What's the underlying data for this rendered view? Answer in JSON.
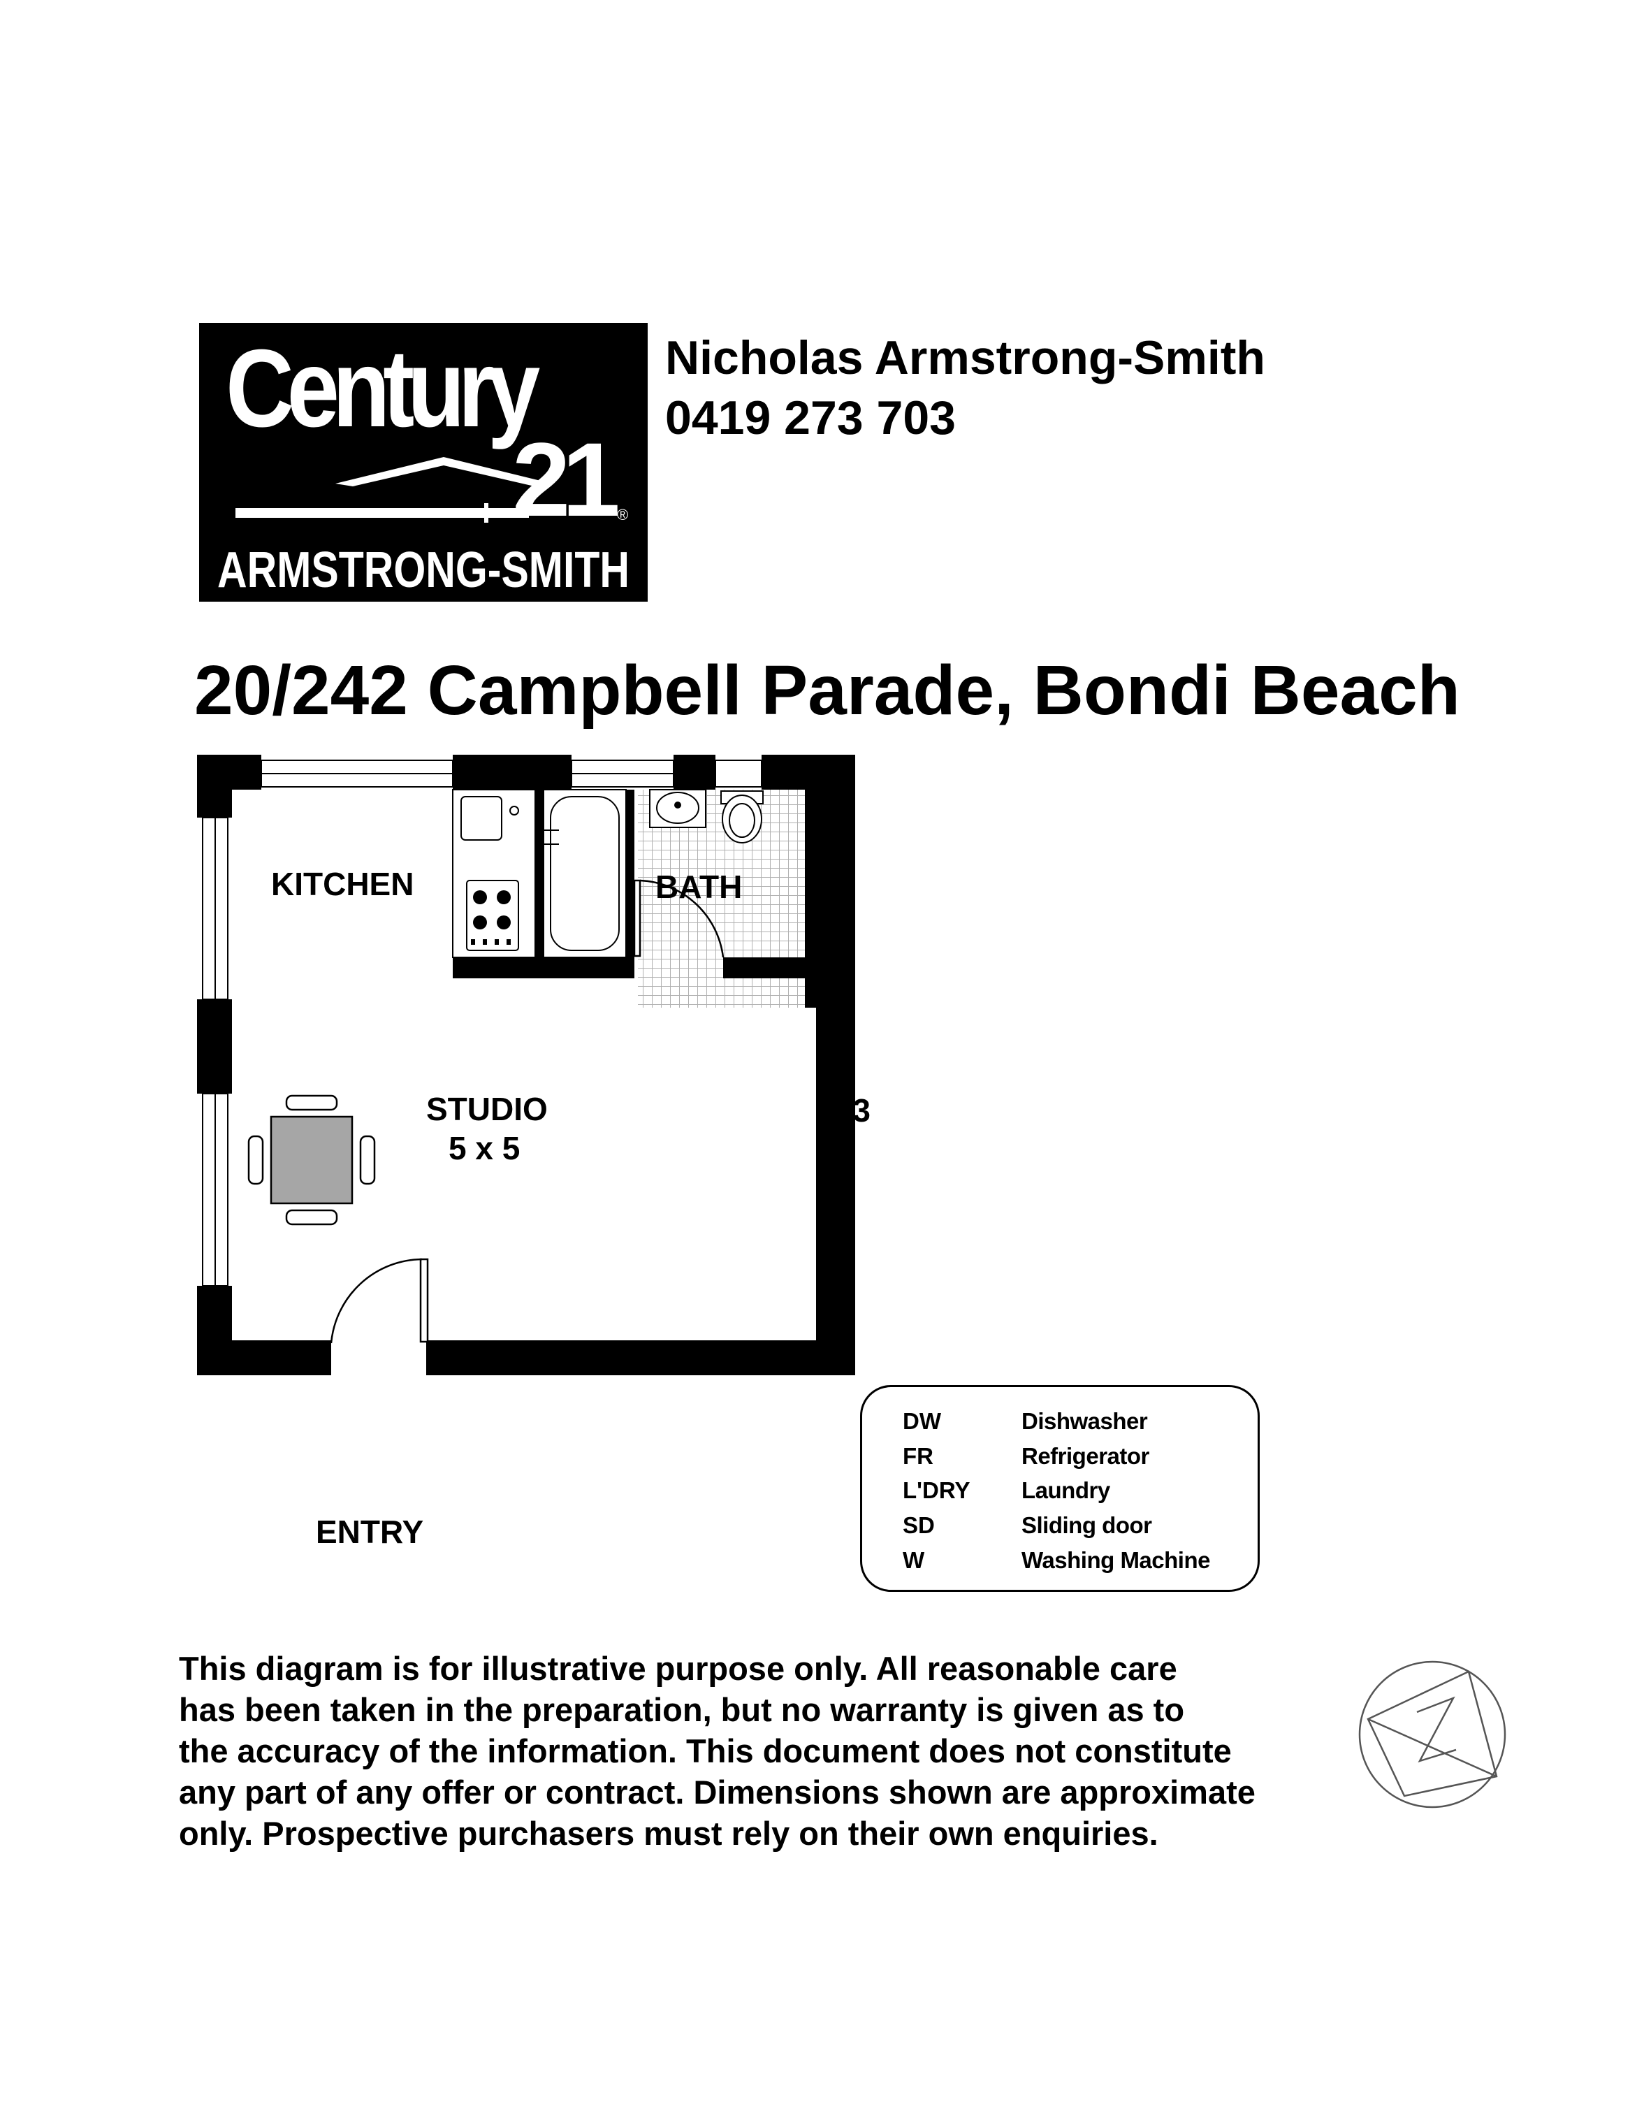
{
  "logo": {
    "brand_word": "Century",
    "brand_number": "21",
    "office": "ARMSTRONG-SMITH",
    "registered_mark": "®"
  },
  "agent": {
    "name": "Nicholas Armstrong-Smith",
    "phone": "0419 273 703"
  },
  "address": "20/242 Campbell Parade, Bondi Beach",
  "plan": {
    "rooms": {
      "kitchen": "KITCHEN",
      "bath": "BATH",
      "studio": "STUDIO",
      "studio_size": "5 x 5"
    },
    "dimension_label": "3.3",
    "entry_label": "ENTRY"
  },
  "legend": [
    {
      "abbr": "DW",
      "desc": "Dishwasher"
    },
    {
      "abbr": "FR",
      "desc": "Refrigerator"
    },
    {
      "abbr": "L'DRY",
      "desc": "Laundry"
    },
    {
      "abbr": "SD",
      "desc": "Sliding door"
    },
    {
      "abbr": "W",
      "desc": "Washing Machine"
    }
  ],
  "disclaimer": [
    "This diagram is for illustrative purpose only. All reasonable care",
    "has been taken in the preparation, but no warranty is given as to",
    "the accuracy of the information. This document does not constitute",
    "any part of any offer or contract. Dimensions shown are approximate",
    "only. Prospective purchasers must rely on their own enquiries."
  ],
  "colors": {
    "wall": "#000000",
    "table": "#a6a6a6",
    "tile": "#bdbdbd",
    "background": "#ffffff"
  }
}
